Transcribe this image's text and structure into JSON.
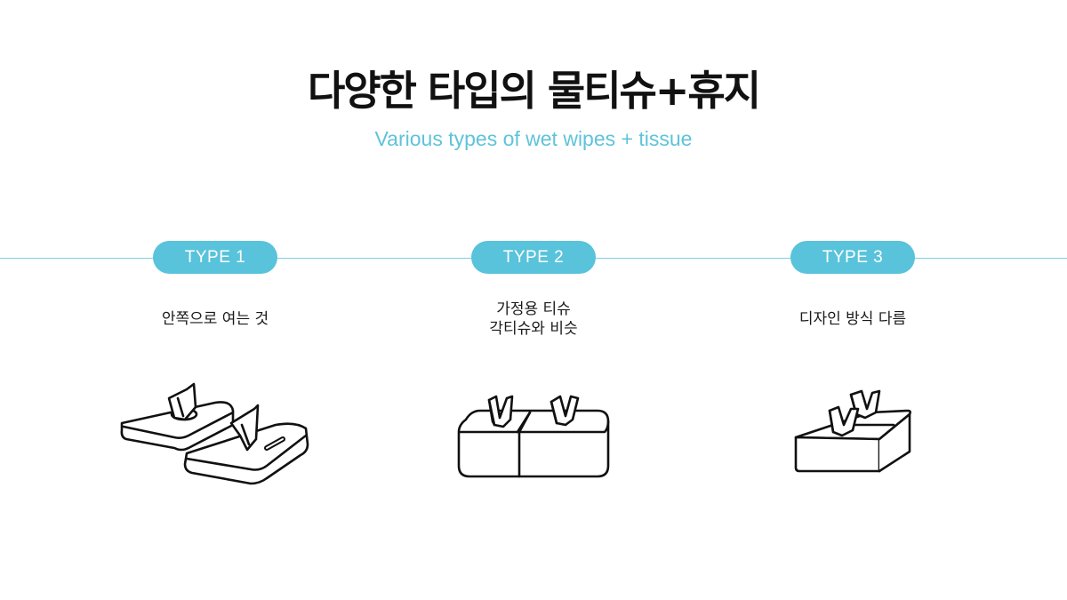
{
  "title": "다양한 타입의 물티슈+휴지",
  "subtitle": "Various types of wet wipes + tissue",
  "colors": {
    "accent": "#58c3da",
    "subtitle": "#5fc3da",
    "line": "#7fd0e2",
    "text": "#111111"
  },
  "types": [
    {
      "label": "TYPE 1",
      "desc": [
        "안쪽으로 여는 것"
      ],
      "icon": "fold-open-wipe-case-icon"
    },
    {
      "label": "TYPE 2",
      "desc": [
        "가정용 티슈",
        "각티슈와 비슷"
      ],
      "icon": "double-tissue-box-icon"
    },
    {
      "label": "TYPE 3",
      "desc": [
        "디자인 방식 다름"
      ],
      "icon": "design-tissue-box-icon"
    }
  ]
}
